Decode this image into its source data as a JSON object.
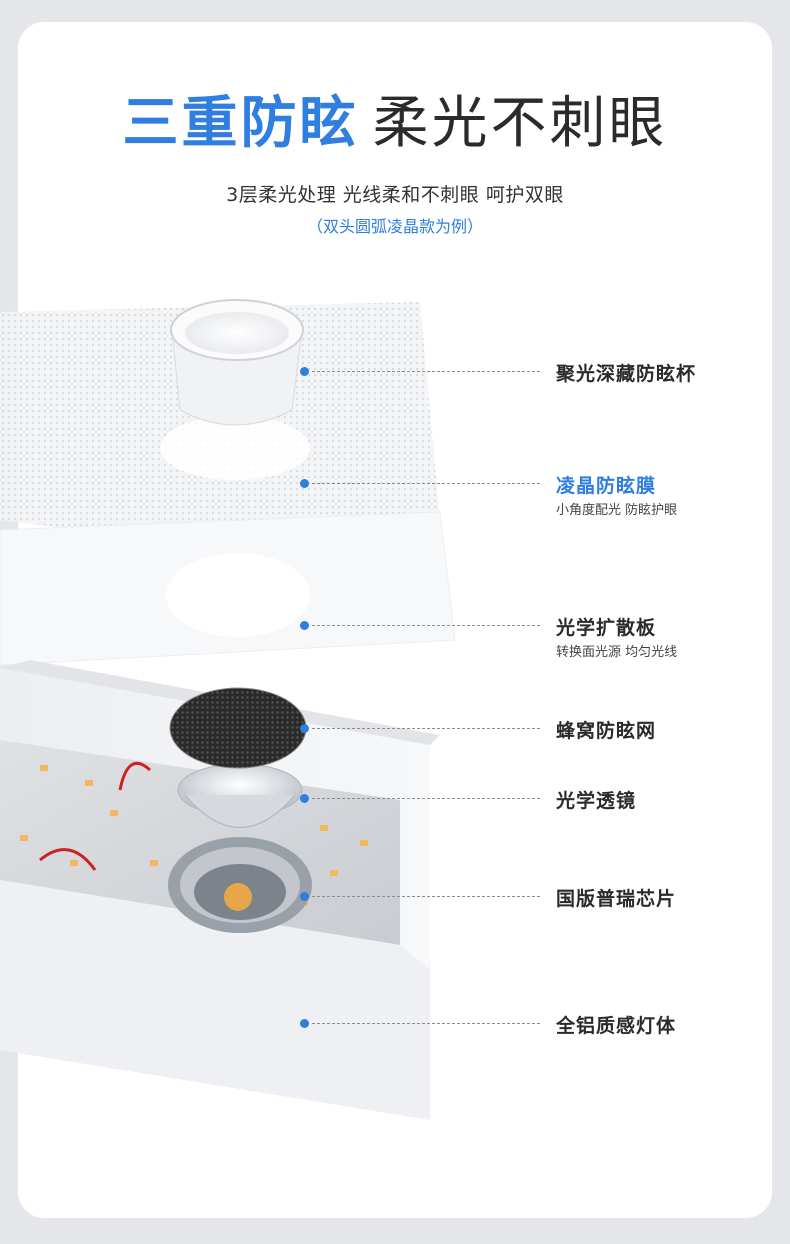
{
  "header": {
    "title_highlight": "三重防眩",
    "title_rest": "柔光不刺眼",
    "subtitle": "3层柔光处理 光线柔和不刺眼 呵护双眼",
    "note": "（双头圆弧凌晶款为例）"
  },
  "callouts": [
    {
      "label": "聚光深藏防眩杯",
      "sub": ""
    },
    {
      "label": "凌晶防眩膜",
      "sub": "小角度配光 防眩护眼"
    },
    {
      "label": "光学扩散板",
      "sub": "转换面光源 均匀光线"
    },
    {
      "label": "蜂窝防眩网",
      "sub": ""
    },
    {
      "label": "光学透镜",
      "sub": ""
    },
    {
      "label": "国版普瑞芯片",
      "sub": ""
    },
    {
      "label": "全铝质感灯体",
      "sub": ""
    }
  ],
  "colors": {
    "accent": "#2f7ee0",
    "text": "#2b2b2b",
    "background": "#e4e6ea",
    "card": "#ffffff"
  }
}
